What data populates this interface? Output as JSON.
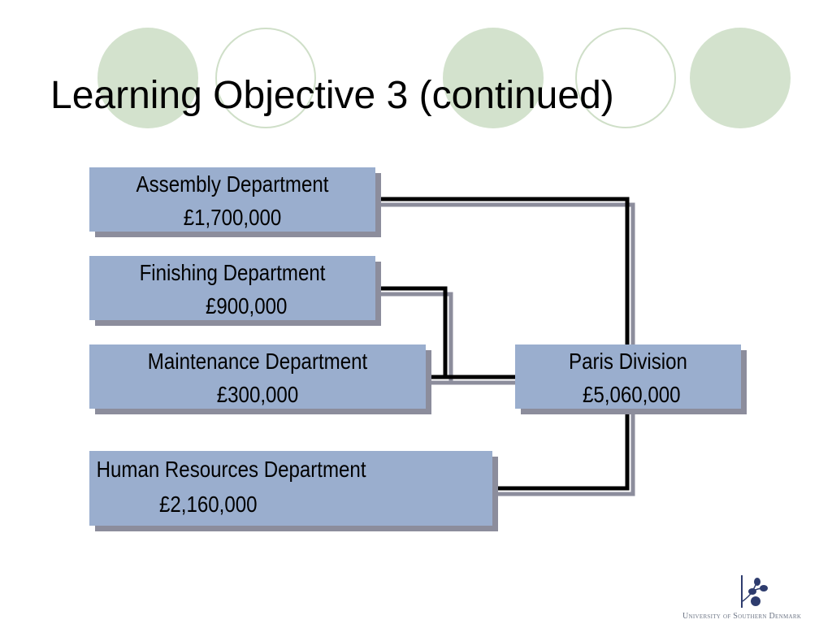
{
  "slide": {
    "title": "Learning Objective 3 (continued)"
  },
  "decoration": {
    "circles": [
      "filled",
      "outline",
      "filled",
      "outline",
      "filled"
    ]
  },
  "diagram": {
    "departments": [
      {
        "id": "assembly",
        "name": "Assembly Department",
        "amount": "£1,700,000"
      },
      {
        "id": "finishing",
        "name": "Finishing Department",
        "amount": "£900,000"
      },
      {
        "id": "maintenance",
        "name": "Maintenance Department",
        "amount": "£300,000"
      },
      {
        "id": "hr",
        "name": "Human Resources Department",
        "amount": "£2,160,000"
      }
    ],
    "division": {
      "id": "paris",
      "name": "Paris Division",
      "amount": "£5,060,000"
    }
  },
  "logo": {
    "text": "University of Southern Denmark",
    "icon": "leaf-branch-icon"
  },
  "colors": {
    "box_fill": "#9aaece",
    "box_shadow": "#8c8d9c",
    "circle_fill": "#d3e2cd",
    "connector": "#000000",
    "logo": "#2e3c6e"
  }
}
